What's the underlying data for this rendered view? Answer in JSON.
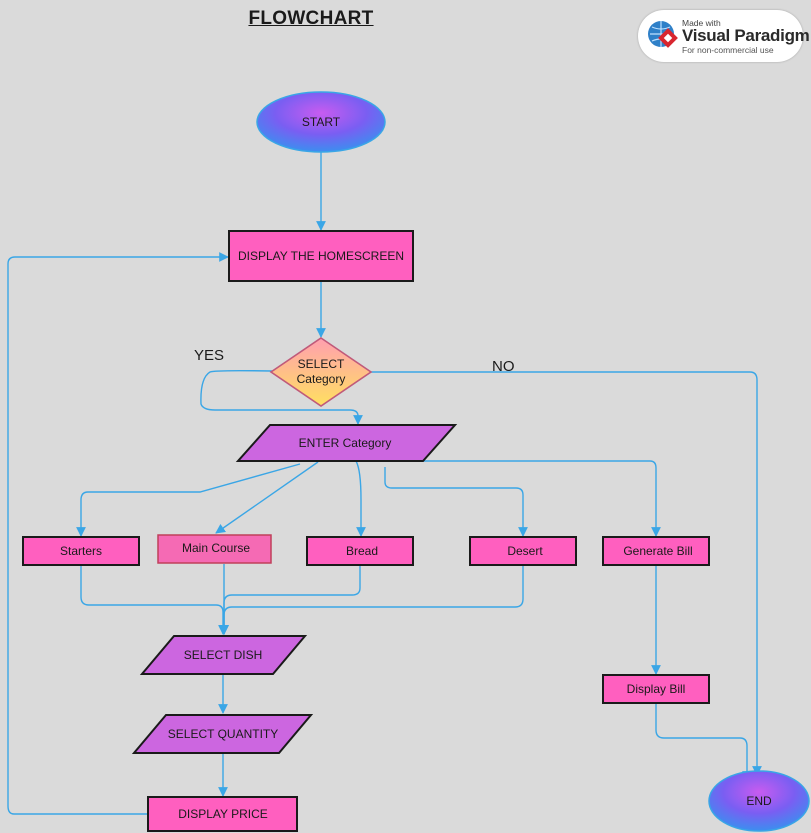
{
  "title": "FLOWCHART",
  "badge": {
    "made_with": "Made with",
    "brand": "Visual Paradigm",
    "note": "For non-commercial use"
  },
  "colors": {
    "background": "#dadada",
    "process_fill": "#ff5fbf",
    "process_fill_alt": "#f56ab4",
    "io_fill": "#cc66e0",
    "decision_fill": "#ffc080",
    "terminal_fill": "#7a6cf0",
    "connector": "#3aa6e6"
  },
  "nodes": {
    "start": "START",
    "homescreen": "DISPLAY THE HOMESCREEN",
    "select_category": [
      "SELECT",
      "Category"
    ],
    "enter_category": "ENTER Category",
    "starters": "Starters",
    "main_course": "Main Course",
    "bread": "Bread",
    "desert": "Desert",
    "generate_bill": "Generate Bill",
    "select_dish": "SELECT DISH",
    "select_quantity": "SELECT QUANTITY",
    "display_price": "DISPLAY PRICE",
    "display_bill": "Display Bill",
    "end": "END"
  },
  "labels": {
    "yes": "YES",
    "no": "NO"
  }
}
